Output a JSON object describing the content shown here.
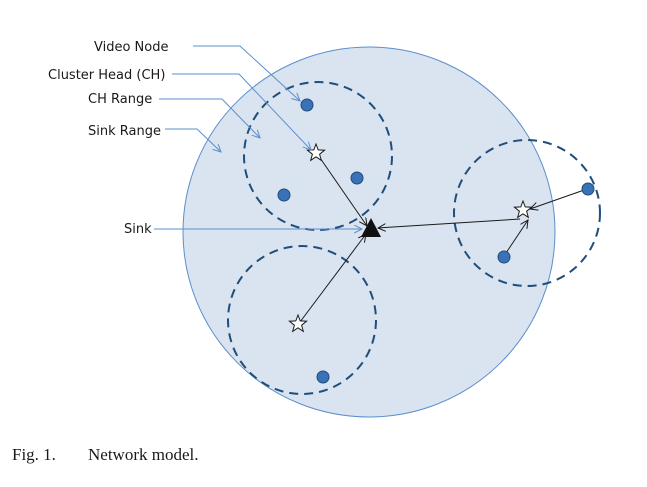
{
  "labels": {
    "video_node": "Video Node",
    "cluster_head": "Cluster Head (CH)",
    "ch_range": "CH Range",
    "sink_range": "Sink Range",
    "sink": "Sink"
  },
  "caption": {
    "number": "Fig. 1.",
    "text": "Network model."
  },
  "colors": {
    "sink_range_fill": "#dae3f0",
    "sink_range_stroke": "#5b8fcc",
    "ch_range_stroke": "#1f4e7a",
    "video_node_fill": "#3a72b8",
    "video_node_stroke": "#1f4e7a",
    "callout_line": "#5b8fcc",
    "link_line": "#1a1a1a",
    "sink_fill": "#111111"
  },
  "clusters": [
    {
      "name": "cluster-top",
      "head": "star",
      "video_nodes": 3
    },
    {
      "name": "cluster-bottom",
      "head": "star",
      "video_nodes": 1
    },
    {
      "name": "cluster-right",
      "head": "star",
      "video_nodes": 2
    }
  ]
}
